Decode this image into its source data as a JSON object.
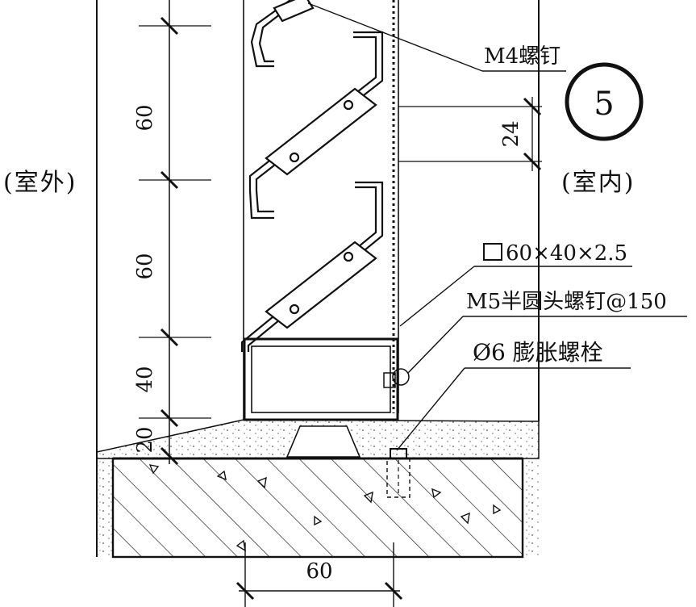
{
  "side_labels": {
    "outdoor": "(室外)",
    "indoor": "(室内)"
  },
  "callouts": {
    "screw_m4": "M4螺钉",
    "detail_index": "5",
    "tube": "60×40×2.5",
    "screw_m5": "M5半圆头螺钉@150",
    "anchor_bolt": "Ø6 膨胀螺栓"
  },
  "dimensions": {
    "left_upper": "60",
    "left_middle": "60",
    "left_lower": "40",
    "left_bottom": "20",
    "right_gap": "24",
    "base_width": "60"
  },
  "colors": {
    "ink": "#111111",
    "paper": "#ffffff"
  }
}
